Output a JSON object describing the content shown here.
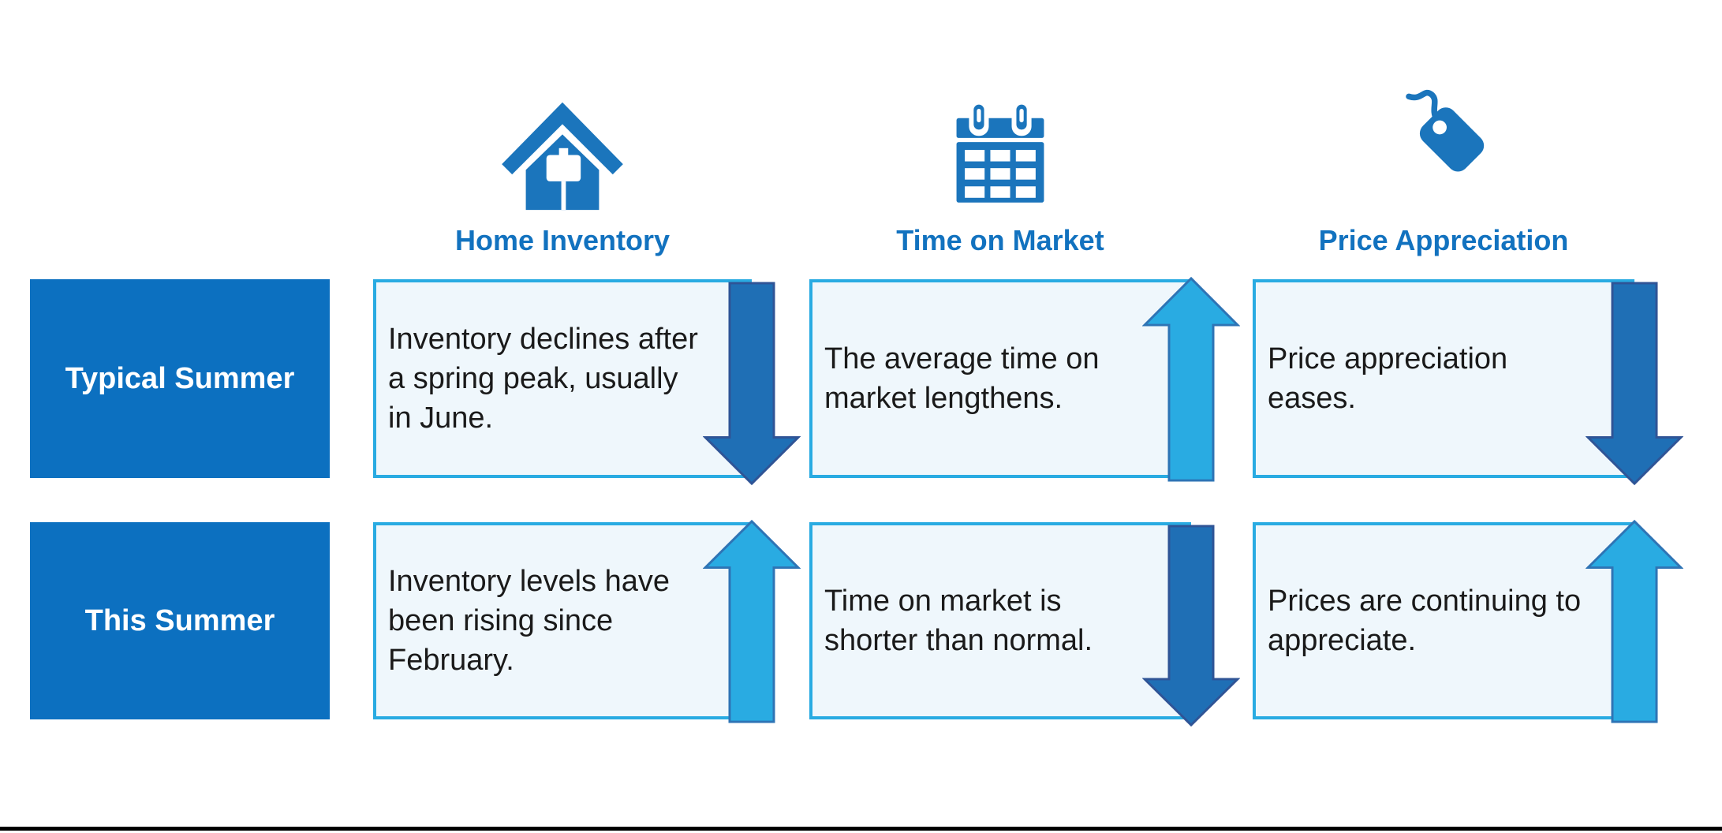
{
  "columns": [
    {
      "id": "home-inventory",
      "label": "Home Inventory",
      "icon": "house-icon"
    },
    {
      "id": "time-on-market",
      "label": "Time on Market",
      "icon": "calendar-icon"
    },
    {
      "id": "price-appreciation",
      "label": "Price Appreciation",
      "icon": "price-tag-icon"
    }
  ],
  "rows": [
    {
      "label": "Typical Summer",
      "cells": [
        {
          "column": "Home Inventory",
          "text": "Inventory declines after\na spring peak, usually\nin June.",
          "trend": "down"
        },
        {
          "column": "Time on Market",
          "text": "The average time on\nmarket lengthens.",
          "trend": "up"
        },
        {
          "column": "Price Appreciation",
          "text": "Price appreciation\neases.",
          "trend": "down"
        }
      ]
    },
    {
      "label": "This Summer",
      "cells": [
        {
          "column": "Home Inventory",
          "text": "Inventory levels have\nbeen rising since\nFebruary.",
          "trend": "up"
        },
        {
          "column": "Time on Market",
          "text": "Time on market is\nshorter than normal.",
          "trend": "down"
        },
        {
          "column": "Price Appreciation",
          "text": "Prices are continuing to\nappreciate.",
          "trend": "up"
        }
      ]
    }
  ],
  "colors": {
    "row_label_box": "#0c70c0",
    "icon_blue": "#1b75bc",
    "column_label_text": "#1272bf",
    "cell_background": "#eff7fc",
    "cell_border": "#29abe2",
    "up_arrow_fill": "#29abe2",
    "up_arrow_stroke": "#2e74b5",
    "down_arrow_fill": "#1f6fb5",
    "down_arrow_stroke": "#2f5496",
    "body_text": "#1a1a1a",
    "bottom_rule": "#000000"
  }
}
